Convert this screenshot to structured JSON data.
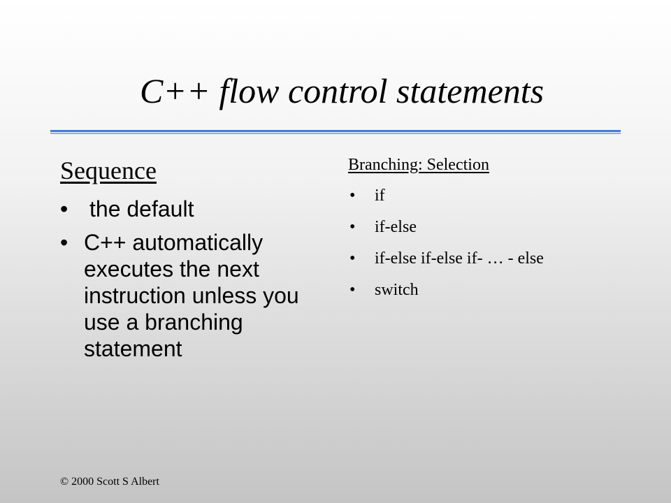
{
  "slide": {
    "title": "C++ flow control statements",
    "accent_colors": [
      "#4a78d8",
      "#8fb0ef"
    ],
    "bullet_glyph": "•",
    "left": {
      "heading": "Sequence",
      "items": [
        "the default",
        "C++ automatically executes the next instruction unless you use a branching statement"
      ]
    },
    "right": {
      "heading": "Branching: Selection",
      "items": [
        "if",
        "if-else",
        "if-else if-else if- … - else",
        "switch"
      ]
    },
    "footer": "© 2000 Scott S Albert"
  }
}
